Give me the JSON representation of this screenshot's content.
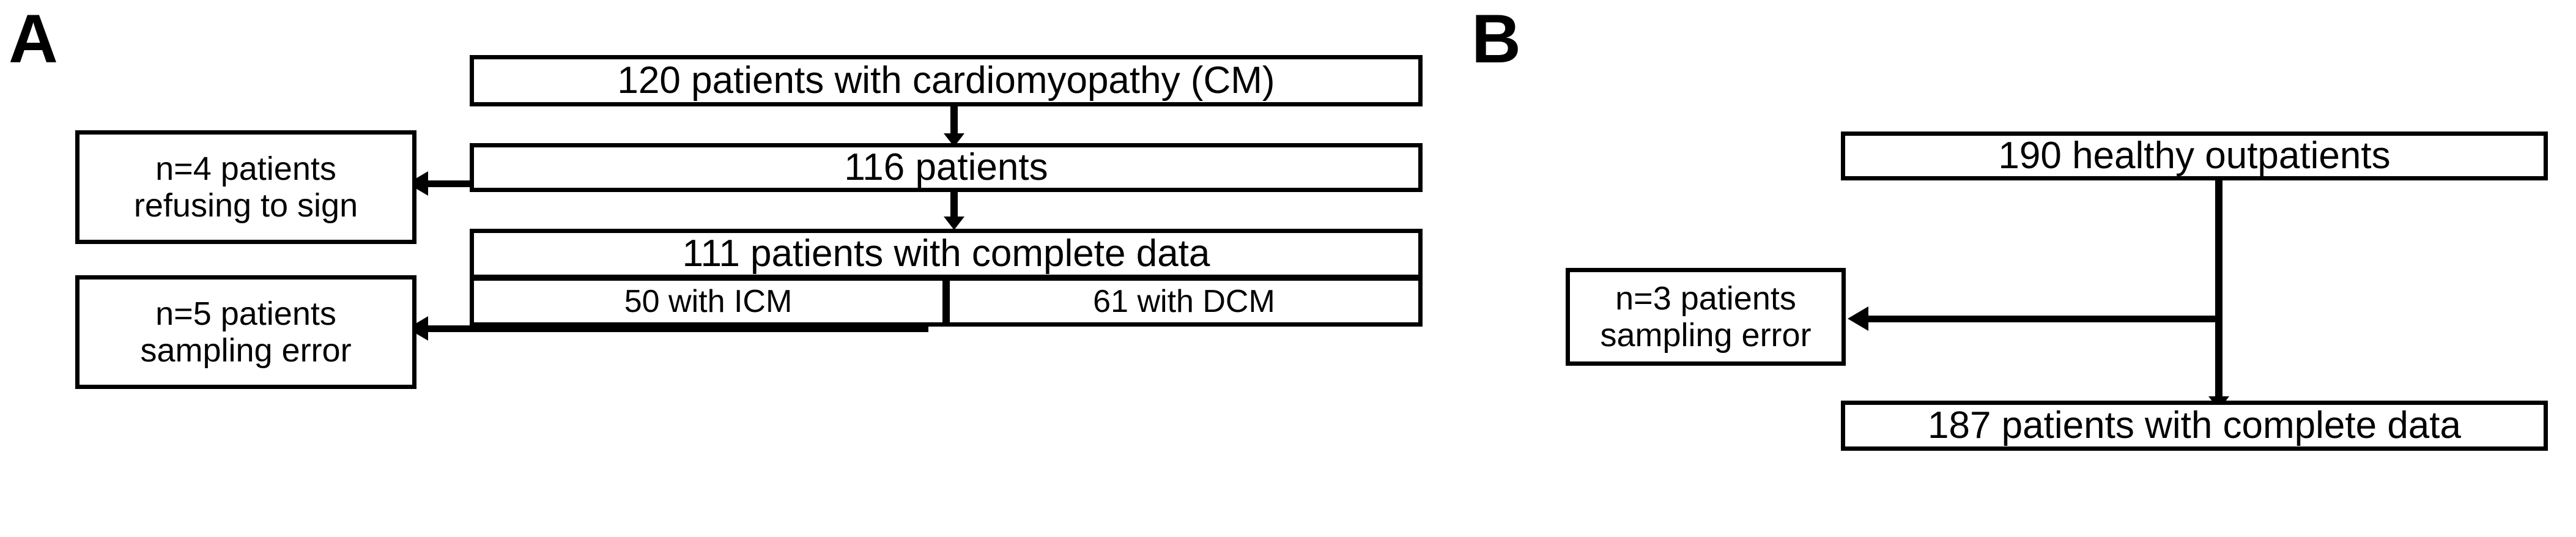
{
  "figure": {
    "background_color": "#ffffff",
    "line_color": "#000000"
  },
  "panels": [
    {
      "id": "panel-a",
      "label": "A",
      "boxes": {
        "source": "120 patients with cardiomyopathy (CM)",
        "exclusion_1": "n=4 patients\nrefusing to sign",
        "stage_2": "116 patients",
        "exclusion_2": "n=5 patients\nsampling error",
        "final": "111 patients with complete data",
        "subgroup_left": "50 with ICM",
        "subgroup_right": "61 with DCM"
      }
    },
    {
      "id": "panel-b",
      "label": "B",
      "boxes": {
        "source": "190 healthy outpatients",
        "exclusion_1": "n=3 patients\nsampling error",
        "final": "187 patients with complete data"
      }
    }
  ],
  "chart_data": {
    "type": "flowchart",
    "title": "CONSORT-style participant flow diagram",
    "panels": [
      {
        "panel": "A",
        "cohort": "patients with cardiomyopathy (CM)",
        "nodes": [
          {
            "id": "a1",
            "label": "120 patients with cardiomyopathy (CM)",
            "n": 120,
            "level": 0
          },
          {
            "id": "a2",
            "label": "116 patients",
            "n": 116,
            "level": 1
          },
          {
            "id": "a3",
            "label": "111 patients with complete data",
            "n": 111,
            "level": 2
          },
          {
            "id": "a4",
            "label": "50 with ICM",
            "n": 50,
            "level": 3
          },
          {
            "id": "a5",
            "label": "61 with DCM",
            "n": 61,
            "level": 3
          }
        ],
        "exclusions": [
          {
            "id": "ax1",
            "label": "n=4 patients refusing to sign",
            "n": 4,
            "reason": "refusing to sign",
            "from": "a1",
            "to": "a2"
          },
          {
            "id": "ax2",
            "label": "n=5 patients sampling error",
            "n": 5,
            "reason": "sampling error",
            "from": "a2",
            "to": "a3"
          }
        ],
        "edges": [
          {
            "from": "a1",
            "to": "a2",
            "direction": "down"
          },
          {
            "from": "a2",
            "to": "a3",
            "direction": "down"
          },
          {
            "from": "a1",
            "to": "ax1",
            "direction": "left"
          },
          {
            "from": "a2",
            "to": "ax2",
            "direction": "left"
          }
        ]
      },
      {
        "panel": "B",
        "cohort": "healthy outpatients",
        "nodes": [
          {
            "id": "b1",
            "label": "190 healthy outpatients",
            "n": 190,
            "level": 0
          },
          {
            "id": "b2",
            "label": "187 patients with complete data",
            "n": 187,
            "level": 1
          }
        ],
        "exclusions": [
          {
            "id": "bx1",
            "label": "n=3 patients sampling error",
            "n": 3,
            "reason": "sampling error",
            "from": "b1",
            "to": "b2"
          }
        ],
        "edges": [
          {
            "from": "b1",
            "to": "b2",
            "direction": "down"
          },
          {
            "from": "b1",
            "to": "bx1",
            "direction": "left"
          }
        ]
      }
    ]
  }
}
